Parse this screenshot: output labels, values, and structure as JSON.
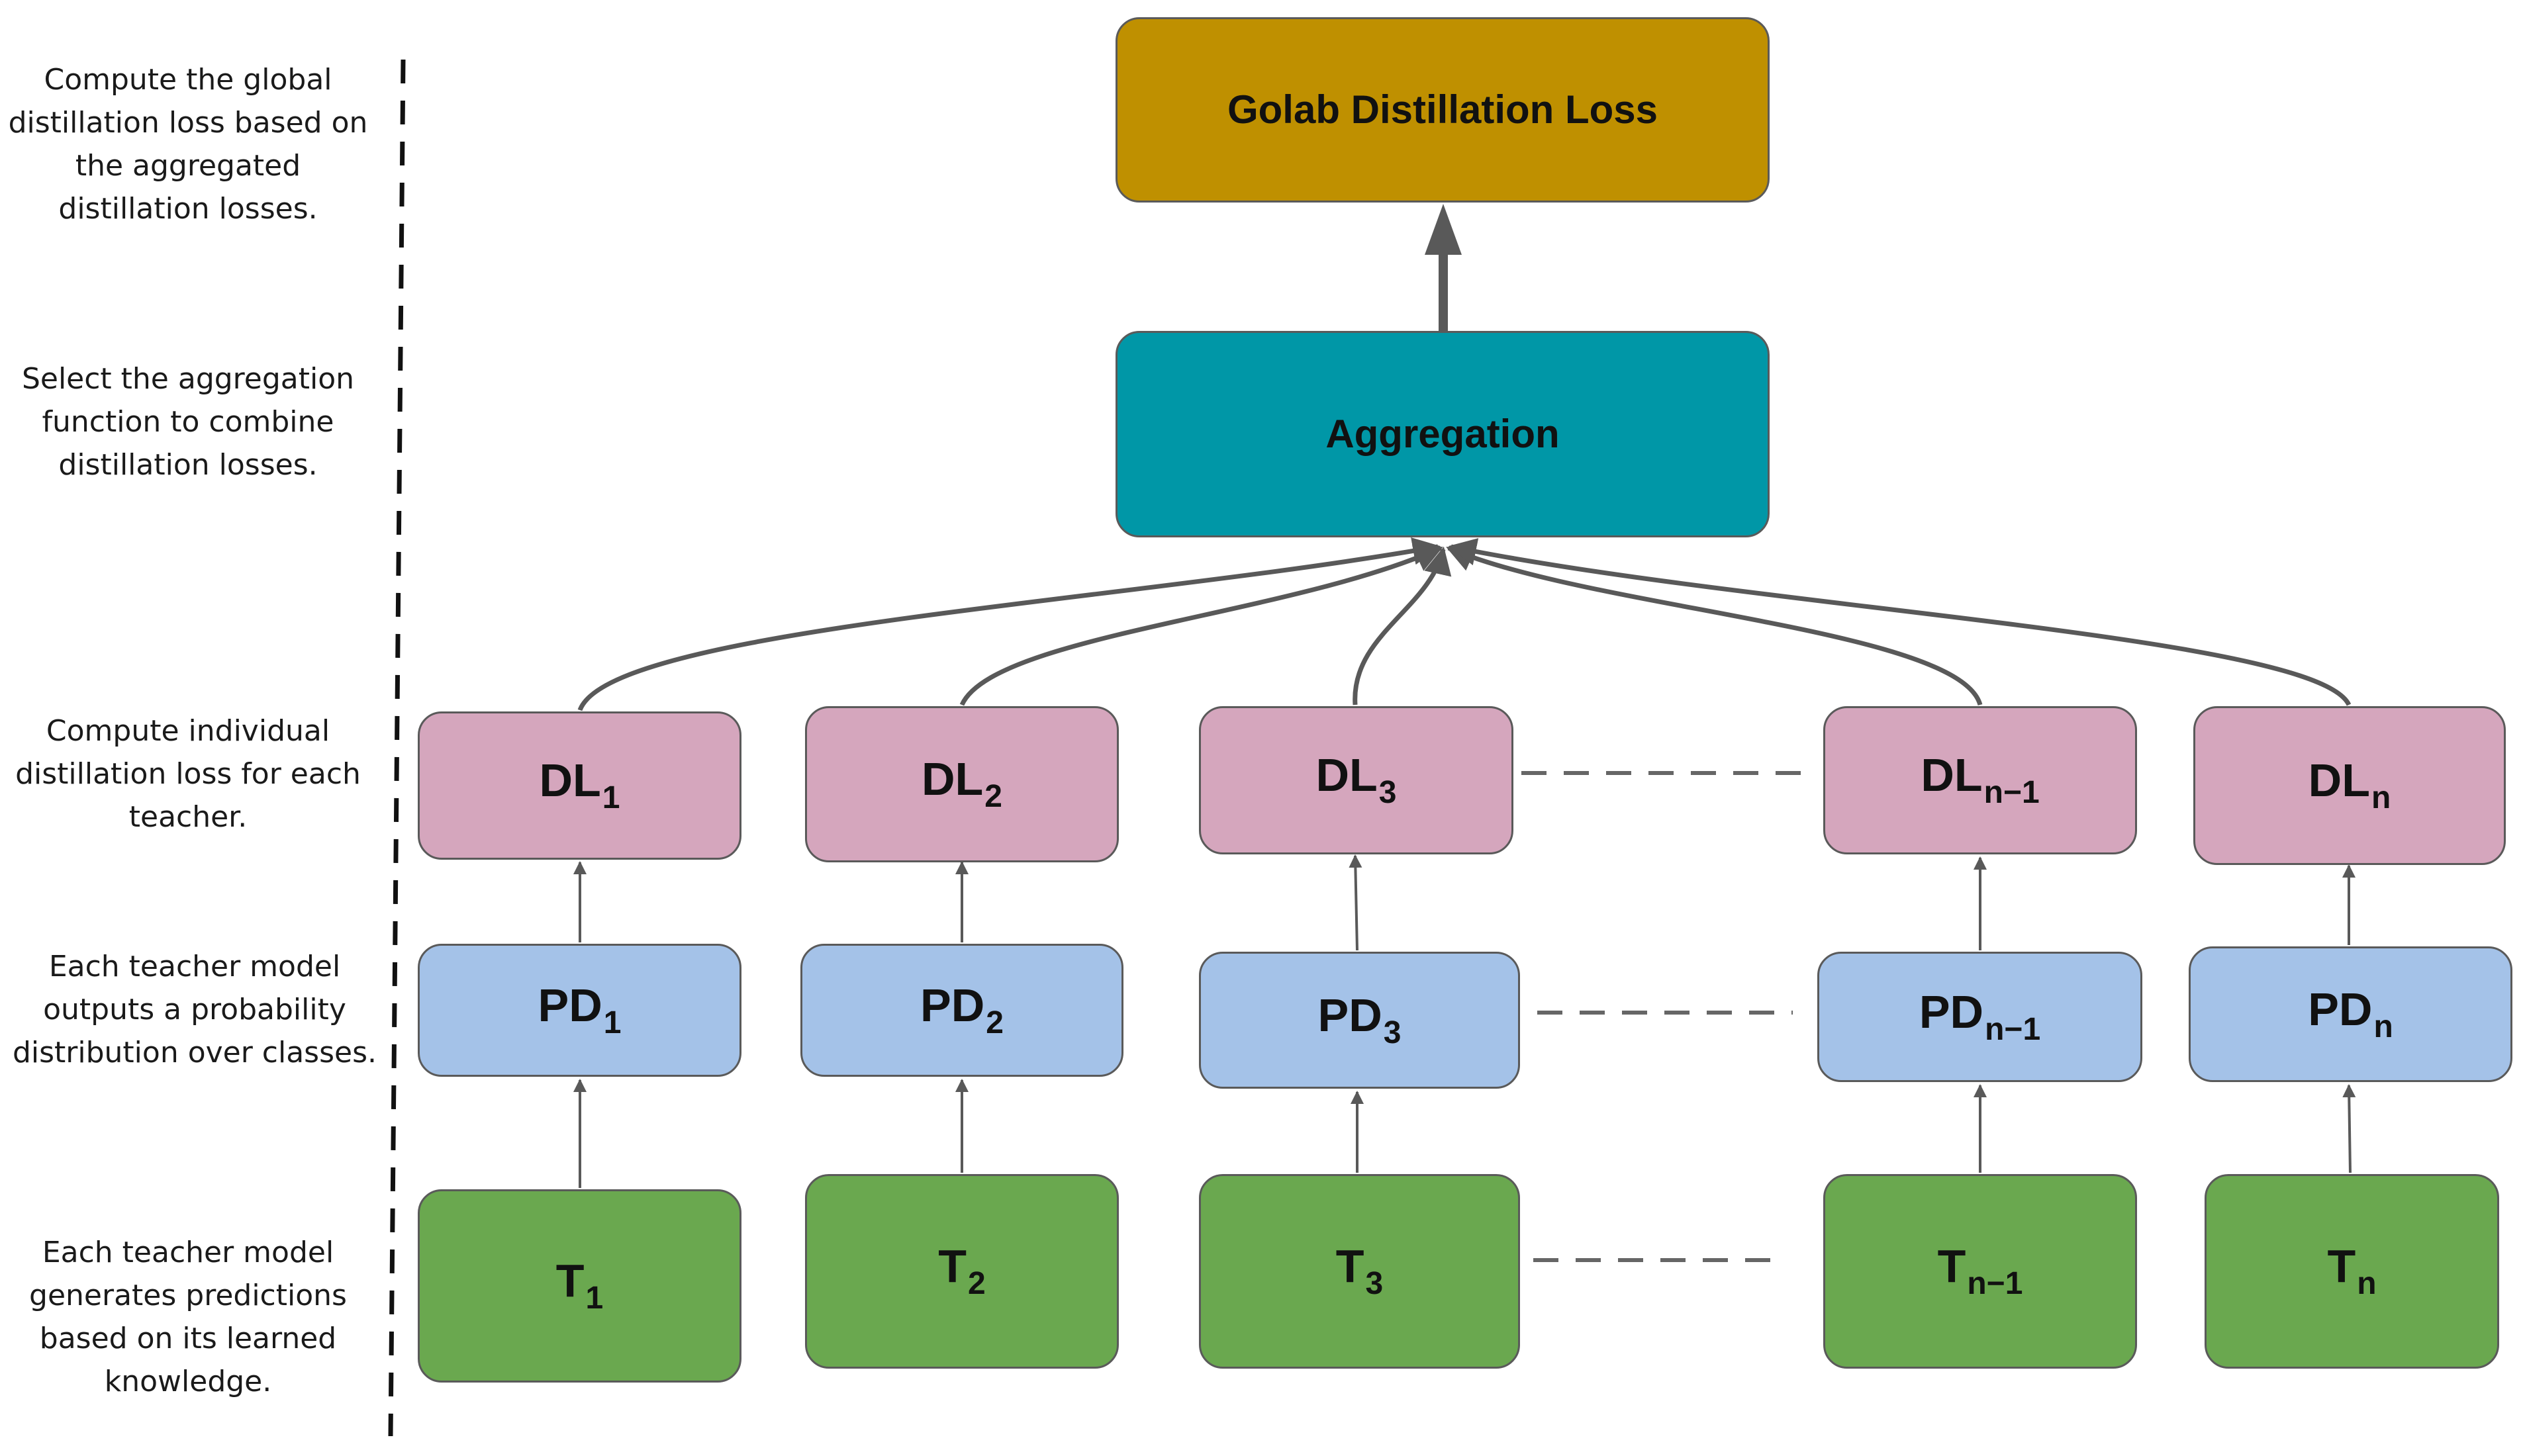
{
  "descriptions": [
    "Compute the global distillation loss based on the aggregated distillation losses.",
    "Select the aggregation function to combine distillation losses.",
    "Compute individual distillation loss for each teacher.",
    "Each teacher model outputs a probability distribution over classes.",
    "Each teacher model generates predictions based on its learned knowledge."
  ],
  "global_loss": {
    "label": "Golab Distillation Loss"
  },
  "aggregation": {
    "label": "Aggregation"
  },
  "dl": [
    {
      "base": "DL",
      "sub": "1"
    },
    {
      "base": "DL",
      "sub": "2"
    },
    {
      "base": "DL",
      "sub": "3"
    },
    {
      "base": "DL",
      "sub": "n−1"
    },
    {
      "base": "DL",
      "sub": "n"
    }
  ],
  "pd": [
    {
      "base": "PD",
      "sub": "1"
    },
    {
      "base": "PD",
      "sub": "2"
    },
    {
      "base": "PD",
      "sub": "3"
    },
    {
      "base": "PD",
      "sub": "n−1"
    },
    {
      "base": "PD",
      "sub": "n"
    }
  ],
  "teachers": [
    {
      "base": "T",
      "sub": "1"
    },
    {
      "base": "T",
      "sub": "2"
    },
    {
      "base": "T",
      "sub": "3"
    },
    {
      "base": "T",
      "sub": "n−1"
    },
    {
      "base": "T",
      "sub": "n"
    }
  ],
  "colors": {
    "global_loss": "#bf9000",
    "aggregation": "#0097a7",
    "dl": "#d5a6bd",
    "pd": "#a4c2e8",
    "teacher": "#6aa84f",
    "connector": "#595959"
  }
}
